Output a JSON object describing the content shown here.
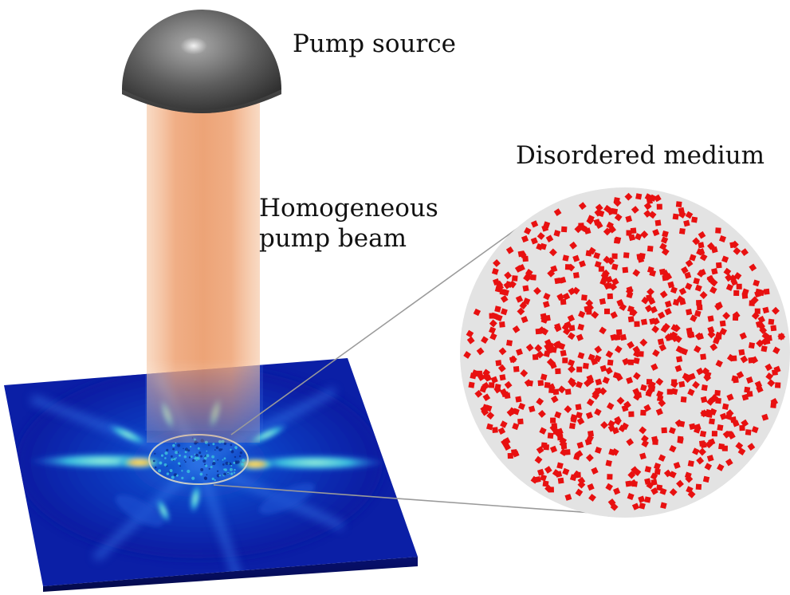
{
  "labels": {
    "pump_source": "Pump source",
    "beam_line1": "Homogeneous",
    "beam_line2": "pump beam",
    "disordered_medium": "Disordered medium"
  },
  "colors": {
    "dome": "#5a5a5a",
    "beam": "#f0a070",
    "slab": "#0a1a9a",
    "medium_disk": "#e3e3e3",
    "scatterer": "#e81010",
    "connector": "#9a9a9a"
  },
  "medium": {
    "scatterer_count": 700,
    "random_seed": 12345
  }
}
